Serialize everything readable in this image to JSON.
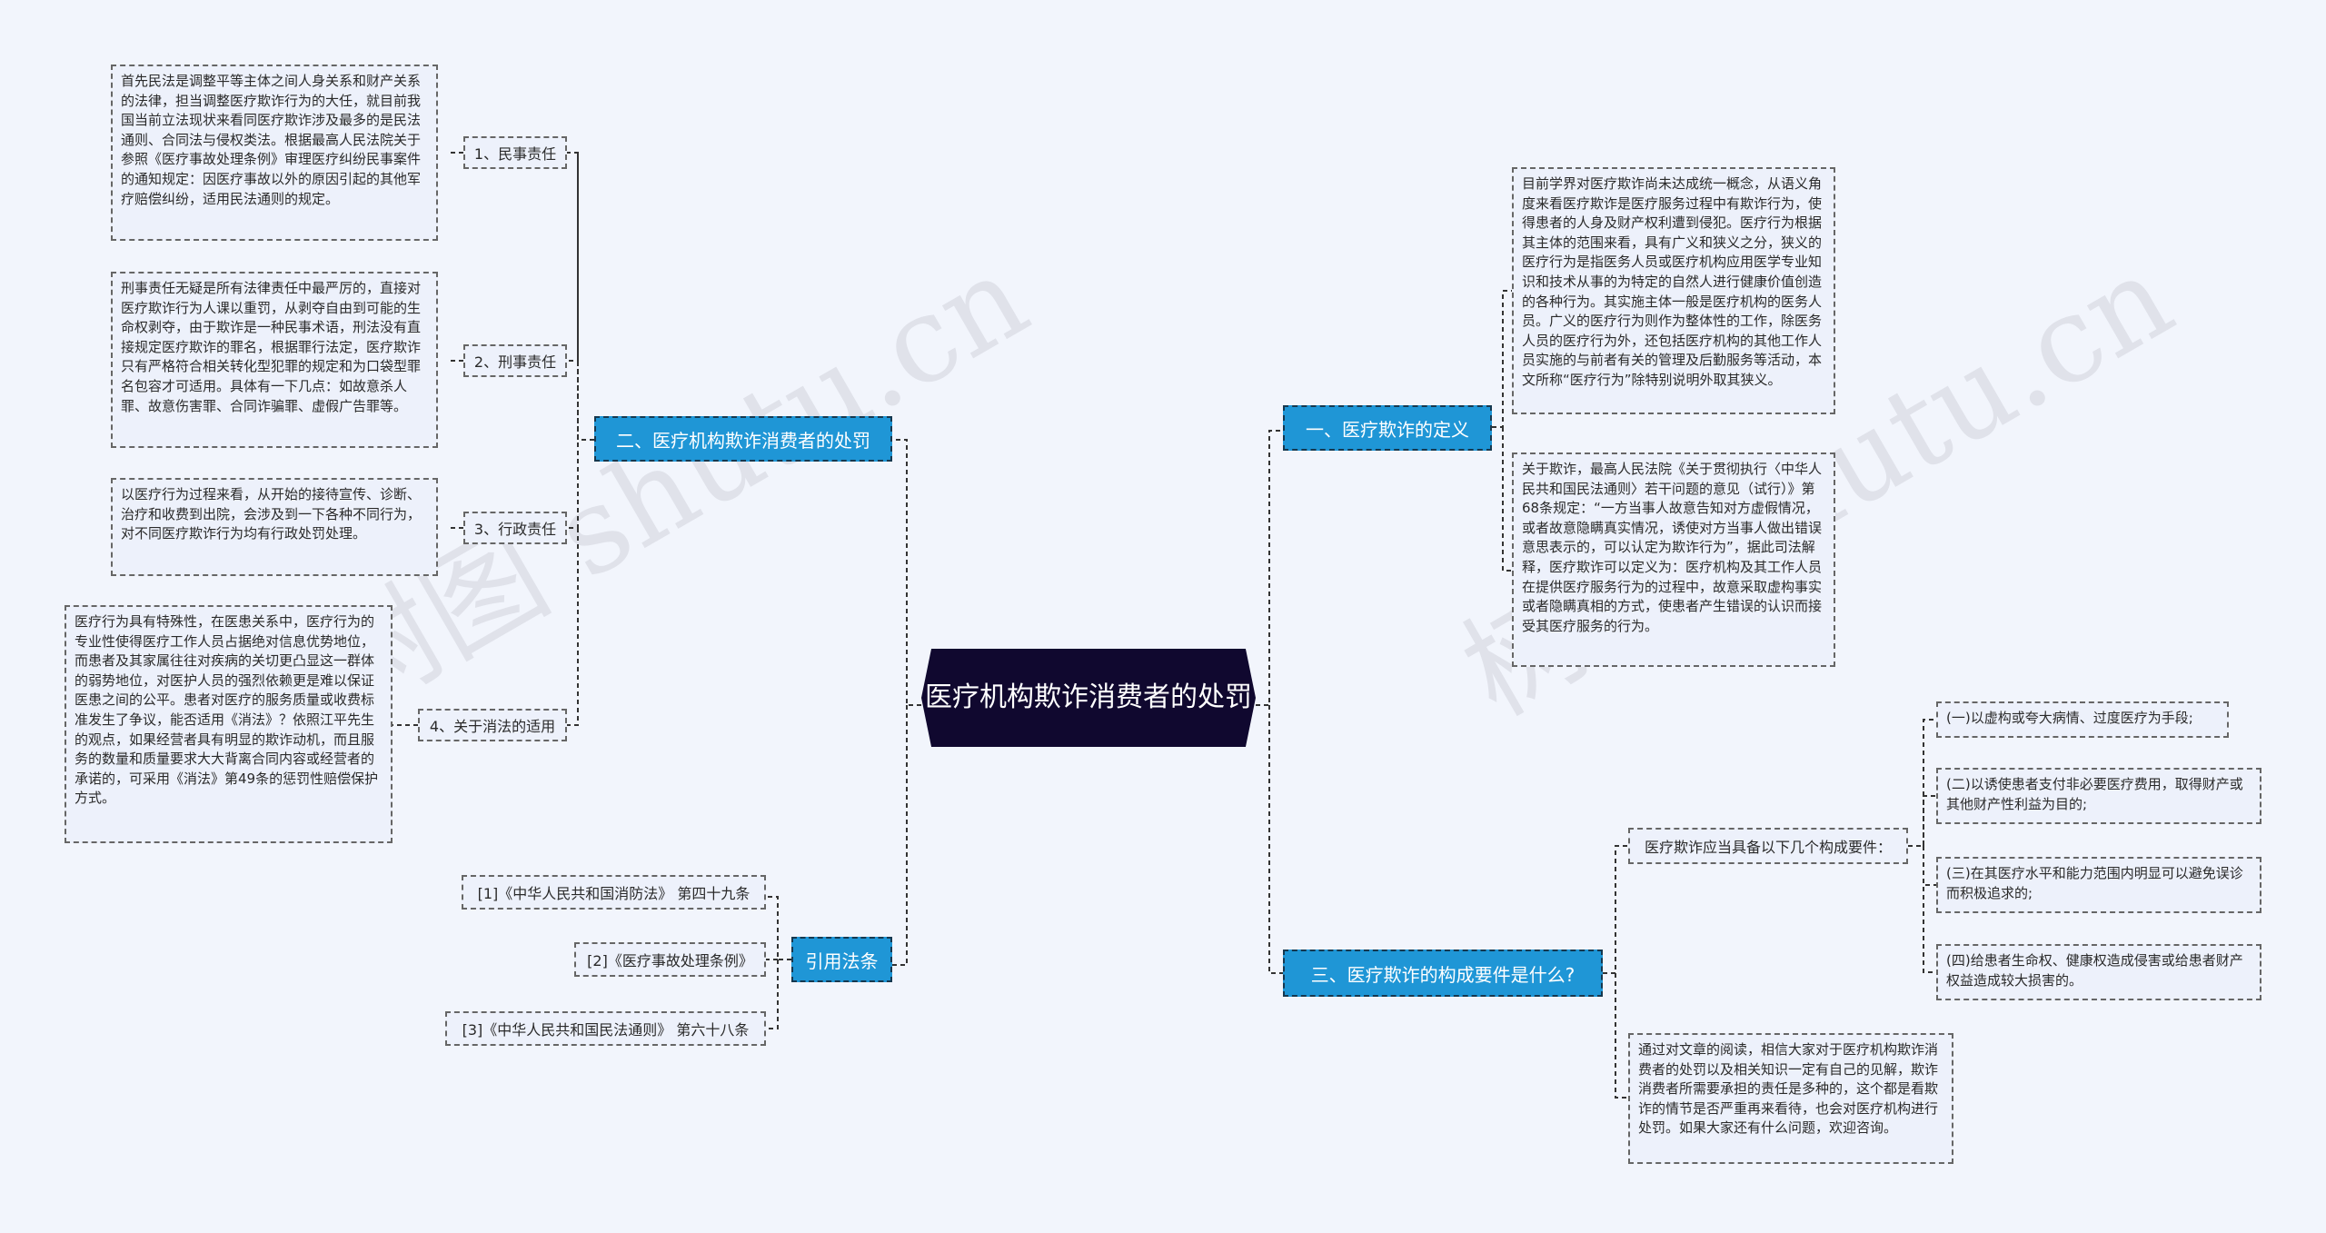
{
  "center": "医疗机构欺诈消费者的处罚",
  "left": {
    "branch1": {
      "label": "二、医疗机构欺诈消费者的处罚",
      "items": [
        {
          "label": "1、民事责任",
          "text": "首先民法是调整平等主体之间人身关系和财产关系的法律，担当调整医疗欺诈行为的大任，就目前我国当前立法现状来看同医疗欺诈涉及最多的是民法通则、合同法与侵权类法。根据最高人民法院关于参照《医疗事故处理条例》审理医疗纠纷民事案件的通知规定：因医疗事故以外的原因引起的其他军疗赔偿纠纷，适用民法通则的规定。"
        },
        {
          "label": "2、刑事责任",
          "text": "刑事责任无疑是所有法律责任中最严厉的，直接对医疗欺诈行为人课以重罚，从剥夺自由到可能的生命权剥夺，由于欺诈是一种民事术语，刑法没有直接规定医疗欺诈的罪名，根据罪行法定，医疗欺诈只有严格符合相关转化型犯罪的规定和为口袋型罪名包容才可适用。具体有一下几点：如故意杀人罪、故意伤害罪、合同诈骗罪、虚假广告罪等。"
        },
        {
          "label": "3、行政责任",
          "text": "以医疗行为过程来看，从开始的接待宣传、诊断、治疗和收费到出院，会涉及到一下各种不同行为，对不同医疗欺诈行为均有行政处罚处理。"
        },
        {
          "label": "4、关于消法的适用",
          "text": "医疗行为具有特殊性，在医患关系中，医疗行为的专业性使得医疗工作人员占据绝对信息优势地位，而患者及其家属往往对疾病的关切更凸显这一群体的弱势地位，对医护人员的强烈依赖更是难以保证医患之间的公平。患者对医疗的服务质量或收费标准发生了争议，能否适用《消法》？依照江平先生的观点，如果经营者具有明显的欺诈动机，而且服务的数量和质量要求大大背离合同内容或经营者的承诺的，可采用《消法》第49条的惩罚性赔偿保护方式。"
        }
      ]
    },
    "branch2": {
      "label": "引用法条",
      "items": [
        "[1]《中华人民共和国消防法》 第四十九条",
        "[2]《医疗事故处理条例》",
        "[3]《中华人民共和国民法通则》 第六十八条"
      ]
    }
  },
  "right": {
    "branch1": {
      "label": "一、医疗欺诈的定义",
      "texts": [
        "目前学界对医疗欺诈尚未达成统一概念，从语义角度来看医疗欺诈是医疗服务过程中有欺诈行为，使得患者的人身及财产权利遭到侵犯。医疗行为根据其主体的范围来看，具有广义和狭义之分，狭义的医疗行为是指医务人员或医疗机构应用医学专业知识和技术从事的为特定的自然人进行健康价值创造的各种行为。其实施主体一般是医疗机构的医务人员。广义的医疗行为则作为整体性的工作，除医务人员的医疗行为外，还包括医疗机构的其他工作人员实施的与前者有关的管理及后勤服务等活动，本文所称“医疗行为”除特别说明外取其狭义。",
        "关于欺诈，最高人民法院《关于贯彻执行〈中华人民共和国民法通则〉若干问题的意见（试行）》第68条规定：“一方当事人故意告知对方虚假情况，或者故意隐瞒真实情况，诱使对方当事人做出错误意思表示的，可以认定为欺诈行为”，据此司法解释，医疗欺诈可以定义为：医疗机构及其工作人员在提供医疗服务行为的过程中，故意采取虚构事实或者隐瞒真相的方式，使患者产生错误的认识而接受其医疗服务的行为。"
      ]
    },
    "branch2": {
      "label": "三、医疗欺诈的构成要件是什么?",
      "sub_label": "医疗欺诈应当具备以下几个构成要件：",
      "sub_items": [
        "(一)以虚构或夸大病情、过度医疗为手段;",
        "(二)以诱使患者支付非必要医疗费用，取得财产或其他财产性利益为目的;",
        "(三)在其医疗水平和能力范围内明显可以避免误诊而积极追求的;",
        "(四)给患者生命权、健康权造成侵害或给患者财产权益造成较大损害的。"
      ],
      "conclusion": "通过对文章的阅读，相信大家对于医疗机构欺诈消费者的处罚以及相关知识一定有自己的见解，欺诈消费者所需要承担的责任是多种的，这个都是看欺诈的情节是否严重再来看待，也会对医疗机构进行处罚。如果大家还有什么问题，欢迎咨询。"
    }
  },
  "watermarks": [
    "树图 shutu.cn",
    "树图 shutu.cn"
  ]
}
